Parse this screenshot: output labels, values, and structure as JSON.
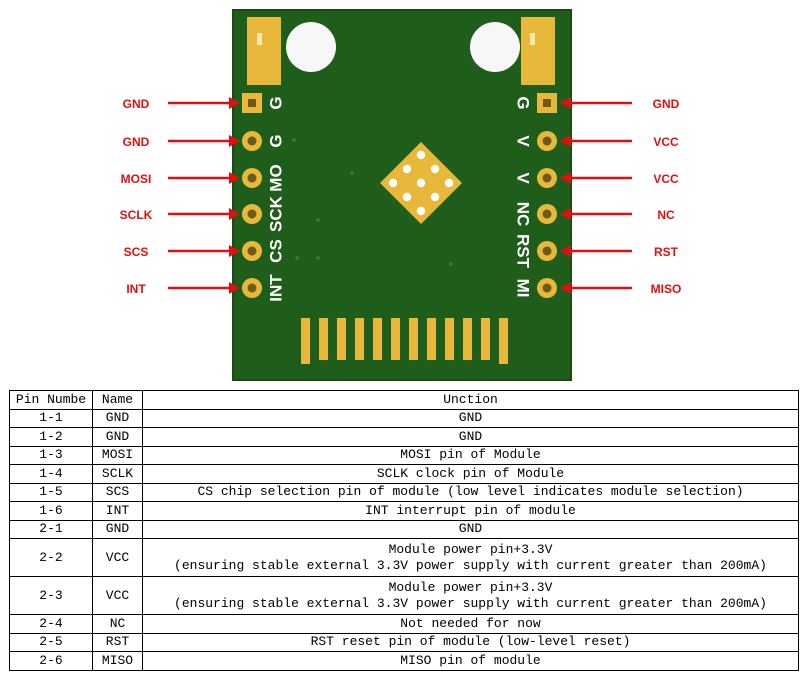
{
  "board": {
    "colors": {
      "pcb": "#1f5d1a",
      "pcb_edge": "#174a14",
      "gold": "#e8b83a",
      "pad_dark": "#6e5a18",
      "arrow": "#e01010",
      "label": "#e01010",
      "silk": "#ffffff"
    },
    "left_pins": [
      {
        "label": "GND",
        "silk": "G"
      },
      {
        "label": "GND",
        "silk": "G"
      },
      {
        "label": "MOSI",
        "silk": "MO"
      },
      {
        "label": "SCLK",
        "silk": "SCK"
      },
      {
        "label": "SCS",
        "silk": "CS"
      },
      {
        "label": "INT",
        "silk": "INT"
      }
    ],
    "right_pins": [
      {
        "label": "GND",
        "silk": "G"
      },
      {
        "label": "VCC",
        "silk": "V"
      },
      {
        "label": "VCC",
        "silk": "V"
      },
      {
        "label": "NC",
        "silk": "NC"
      },
      {
        "label": "RST",
        "silk": "RST"
      },
      {
        "label": "MISO",
        "silk": "MI"
      }
    ]
  },
  "table": {
    "headers": [
      "Pin Numbe",
      "Name",
      "Unction"
    ],
    "rows": [
      {
        "pin": "1-1",
        "name": "GND",
        "function": [
          "GND"
        ]
      },
      {
        "pin": "1-2",
        "name": "GND",
        "function": [
          "GND"
        ]
      },
      {
        "pin": "1-3",
        "name": "MOSI",
        "function": [
          "MOSI pin of Module"
        ]
      },
      {
        "pin": "1-4",
        "name": "SCLK",
        "function": [
          "SCLK clock pin of Module"
        ]
      },
      {
        "pin": "1-5",
        "name": "SCS",
        "function": [
          "CS chip selection pin of module (low level indicates module selection)"
        ]
      },
      {
        "pin": "1-6",
        "name": "INT",
        "function": [
          "INT interrupt pin of module"
        ]
      },
      {
        "pin": "2-1",
        "name": "GND",
        "function": [
          "GND"
        ]
      },
      {
        "pin": "2-2",
        "name": "VCC",
        "function": [
          "Module power pin+3.3V",
          "(ensuring stable external 3.3V power supply with current greater than 200mA)"
        ]
      },
      {
        "pin": "2-3",
        "name": "VCC",
        "function": [
          "Module power pin+3.3V",
          "(ensuring stable external 3.3V power supply with current greater than 200mA)"
        ]
      },
      {
        "pin": "2-4",
        "name": "NC",
        "function": [
          "Not needed for now"
        ]
      },
      {
        "pin": "2-5",
        "name": "RST",
        "function": [
          "RST reset pin of module (low-level reset)"
        ]
      },
      {
        "pin": "2-6",
        "name": "MISO",
        "function": [
          "MISO pin of module"
        ]
      }
    ]
  }
}
